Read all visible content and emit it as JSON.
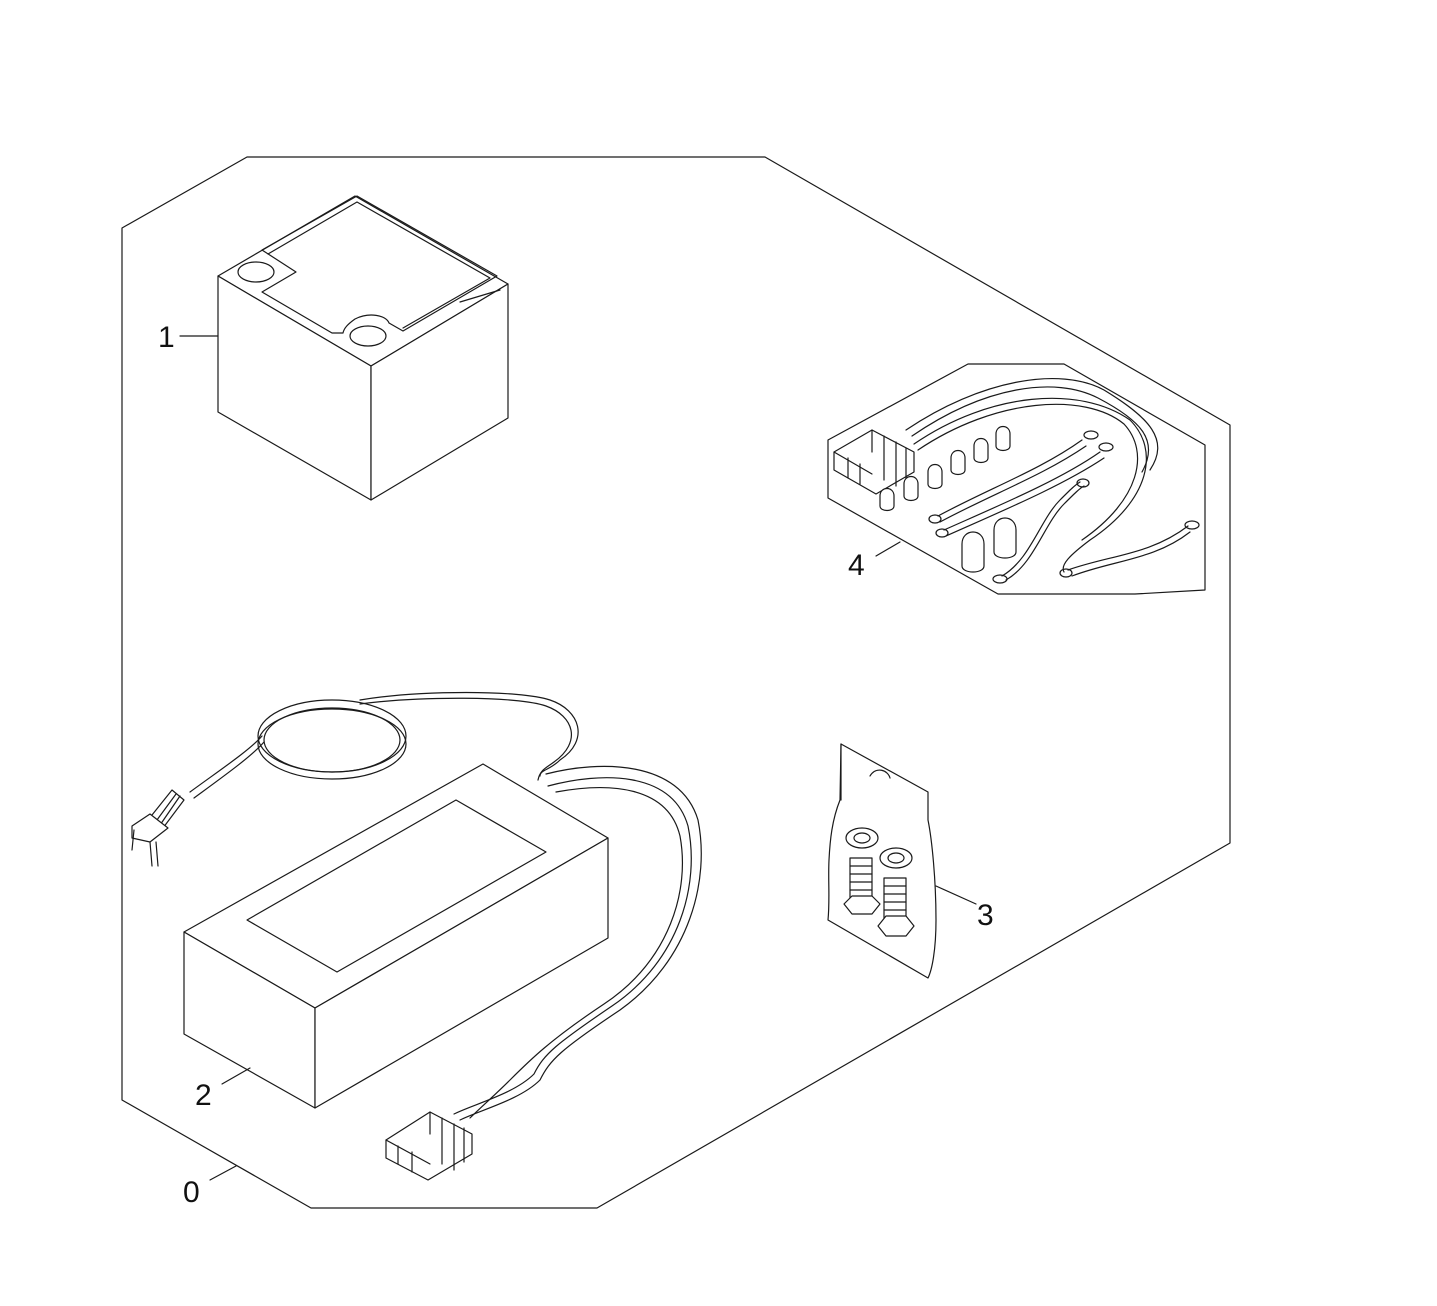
{
  "callouts": {
    "kit": "0",
    "battery": "1",
    "charger": "2",
    "bolt_bag": "3",
    "cable_set": "4"
  },
  "colors": {
    "line": "#1a1a1a",
    "background": "#ffffff"
  }
}
